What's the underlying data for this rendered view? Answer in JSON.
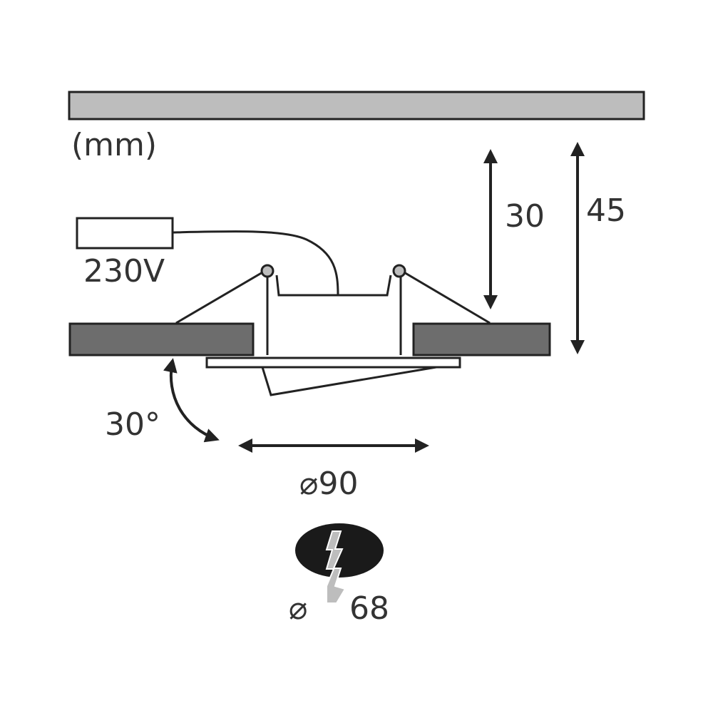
{
  "labels": {
    "unit": "(mm)",
    "voltage": "230V",
    "depth_inner": "30",
    "depth_total": "45",
    "tilt_angle": "30°",
    "outer_diameter": "⌀90",
    "cutout_symbol": "⌀",
    "cutout_value": "68"
  },
  "colors": {
    "ceiling_fill": "#bdbdbd",
    "panel_fill": "#6d6d6d",
    "stroke": "#222222",
    "text": "#333333",
    "cutout_fill": "#1a1a1a",
    "bolt_fill": "#bdbdbd"
  },
  "icons": {
    "cutout": "drilled-hole-icon"
  }
}
